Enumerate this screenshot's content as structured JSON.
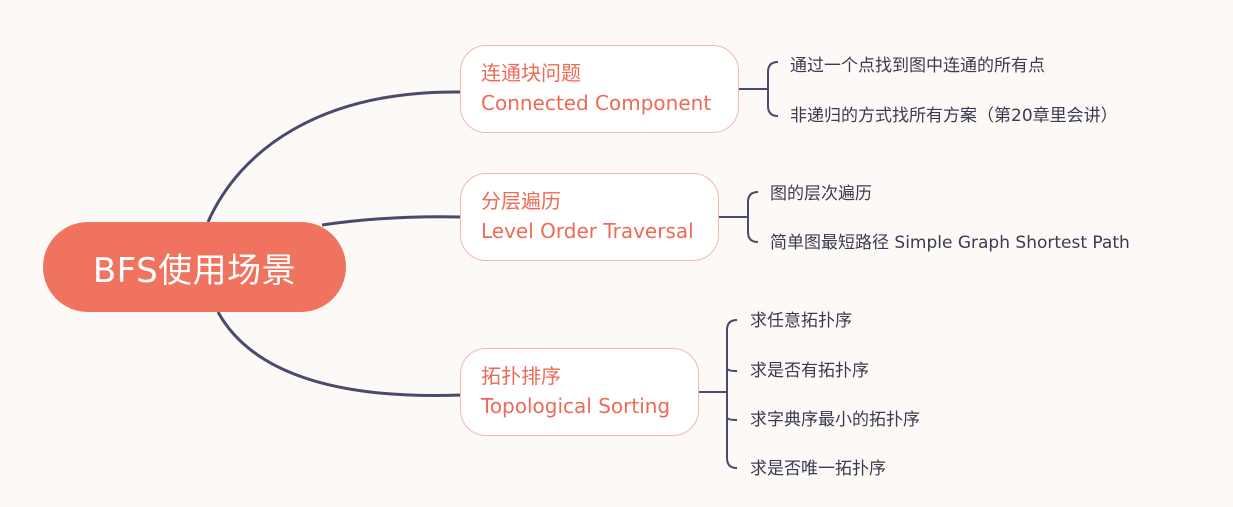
{
  "root": {
    "label": "BFS使用场景"
  },
  "branches": [
    {
      "title_cn": "连通块问题",
      "title_en": "Connected Component",
      "leaves": [
        "通过一个点找到图中连通的所有点",
        "非递归的方式找所有方案（第20章里会讲）"
      ]
    },
    {
      "title_cn": "分层遍历",
      "title_en": "Level Order Traversal",
      "leaves": [
        "图的层次遍历",
        "简单图最短路径 Simple Graph Shortest Path"
      ]
    },
    {
      "title_cn": "拓扑排序",
      "title_en": "Topological Sorting",
      "leaves": [
        "求任意拓扑序",
        "求是否有拓扑序",
        "求字典序最小的拓扑序",
        "求是否唯一拓扑序"
      ]
    }
  ],
  "colors": {
    "root_fill": "#f0735f",
    "branch_text": "#ef6a56",
    "branch_border": "#f2b9ad",
    "connector": "#4a4a6a",
    "leaf_text": "#3a3b52"
  }
}
